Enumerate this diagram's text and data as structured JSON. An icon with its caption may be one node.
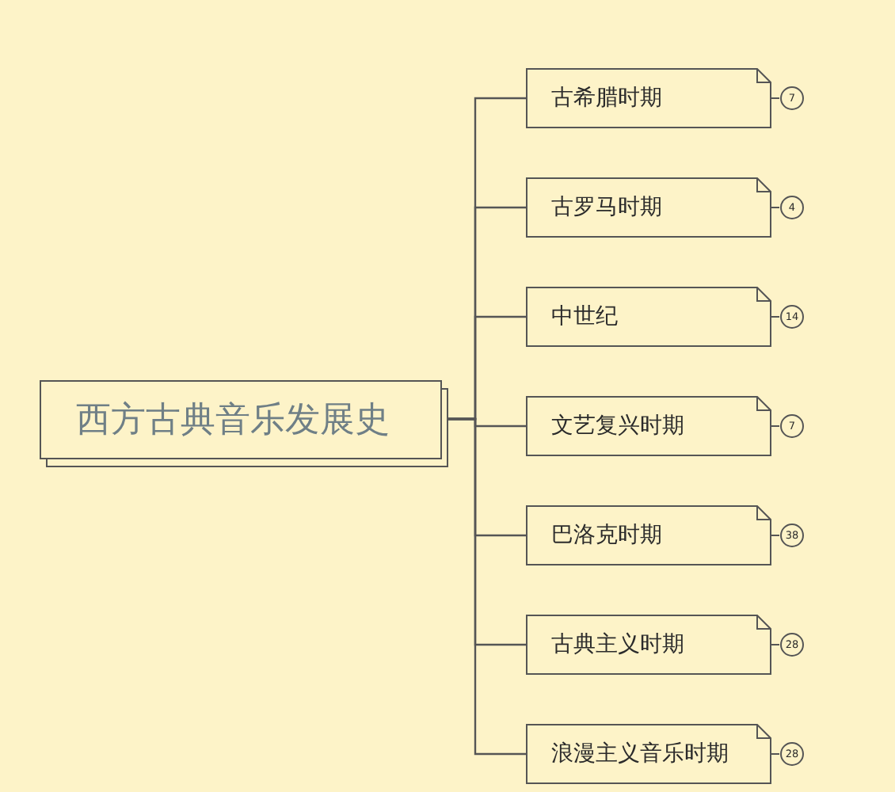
{
  "diagram": {
    "nodes": [
      {
        "text": [
          "西方古典音乐发展史"
        ]
      },
      {
        "text": [
          "古希腊时期"
        ],
        "beside": [
          "7"
        ]
      },
      {
        "text": [
          "古罗马时期"
        ],
        "beside": [
          "4"
        ]
      },
      {
        "text": [
          "中世纪"
        ],
        "beside": [
          "14"
        ]
      },
      {
        "text": [
          "文艺复兴时期"
        ],
        "beside": [
          "7"
        ]
      },
      {
        "text": [
          "巴洛克时期"
        ],
        "beside": [
          "38"
        ]
      },
      {
        "text": [
          "古典主义时期"
        ],
        "beside": [
          "28"
        ]
      },
      {
        "text": [
          "浪漫主义音乐时期"
        ],
        "beside": [
          "28"
        ]
      }
    ],
    "edges": [
      {
        "from": 0,
        "to": 1,
        "arrow": "none"
      },
      {
        "from": 0,
        "to": 2,
        "arrow": "none"
      },
      {
        "from": 0,
        "to": 3,
        "arrow": "none"
      },
      {
        "from": 0,
        "to": 4,
        "arrow": "none"
      },
      {
        "from": 0,
        "to": 5,
        "arrow": "none"
      },
      {
        "from": 0,
        "to": 6,
        "arrow": "none"
      },
      {
        "from": 0,
        "to": 7,
        "arrow": "none"
      }
    ]
  }
}
